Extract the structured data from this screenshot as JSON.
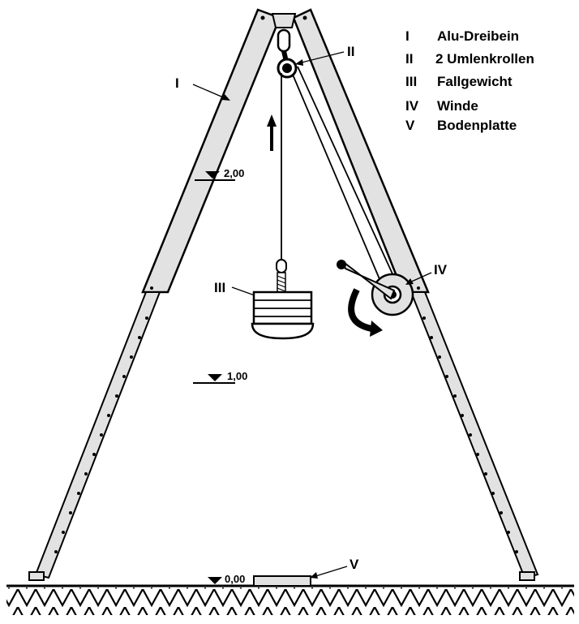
{
  "legend": [
    {
      "numeral": "I",
      "label": "Alu-Dreibein"
    },
    {
      "numeral": "II",
      "label": "2 Umlenkrollen"
    },
    {
      "numeral": "III",
      "label": "Fallgewicht"
    },
    {
      "numeral": "IV",
      "label": "Winde"
    },
    {
      "numeral": "V",
      "label": "Bodenplatte"
    }
  ],
  "callouts": {
    "tripod": "I",
    "pulleys": "II",
    "drop_weight": "III",
    "winch": "IV",
    "base_plate": "V"
  },
  "levels": {
    "high": "2,00",
    "mid": "1,00",
    "ground": "0,00"
  },
  "colors": {
    "line": "#000000",
    "leg_fill": "#e2e2e2",
    "background": "#ffffff"
  }
}
